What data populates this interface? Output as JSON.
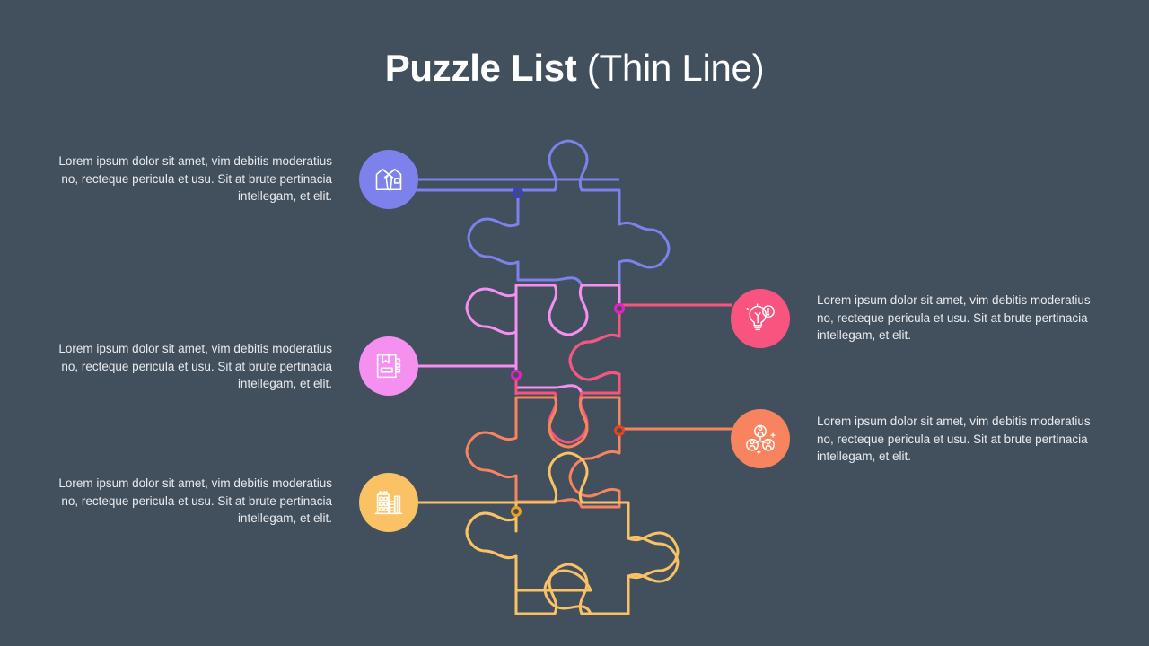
{
  "slide": {
    "background_color": "#42505e",
    "title": {
      "bold_part": "Puzzle List",
      "light_part": "(Thin Line)"
    }
  },
  "body_text": "Lorem ipsum dolor sit amet, vim debitis moderatius no, recteque pericula et usu. Sit at brute pertinacia intellegam, et elit.",
  "items": [
    {
      "id": "item-1",
      "side": "left",
      "icon": "shirt-tie-icon",
      "color": "#7c81ec",
      "text": "Lorem ipsum dolor sit amet, vim debitis moderatius no, recteque pericula et usu. Sit at brute pertinacia intellegam, et elit."
    },
    {
      "id": "item-2",
      "side": "right",
      "icon": "lightbulb-idea-icon",
      "color": "#f9547f",
      "text": "Lorem ipsum dolor sit amet, vim debitis moderatius no, recteque pericula et usu. Sit at brute pertinacia intellegam, et elit."
    },
    {
      "id": "item-3",
      "side": "left",
      "icon": "notebook-bookmark-icon",
      "color": "#f58ff0",
      "text": "Lorem ipsum dolor sit amet, vim debitis moderatius no, recteque pericula et usu. Sit at brute pertinacia intellegam, et elit."
    },
    {
      "id": "item-4",
      "side": "right",
      "icon": "team-network-icon",
      "color": "#f7845f",
      "text": "Lorem ipsum dolor sit amet, vim debitis moderatius no, recteque pericula et usu. Sit at brute pertinacia intellegam, et elit."
    },
    {
      "id": "item-5",
      "side": "left",
      "icon": "city-buildings-icon",
      "color": "#f8c265",
      "text": "Lorem ipsum dolor sit amet, vim debitis moderatius no, recteque pericula et usu. Sit at brute pertinacia intellegam, et elit."
    }
  ],
  "puzzle": {
    "pieces": [
      {
        "name": "piece-purple",
        "color": "#7c81ec"
      },
      {
        "name": "piece-magenta",
        "color": "#f58ff0"
      },
      {
        "name": "piece-pink",
        "color": "#f9547f"
      },
      {
        "name": "piece-coral",
        "color": "#f7845f"
      },
      {
        "name": "piece-yellow",
        "color": "#f8c265"
      }
    ]
  }
}
